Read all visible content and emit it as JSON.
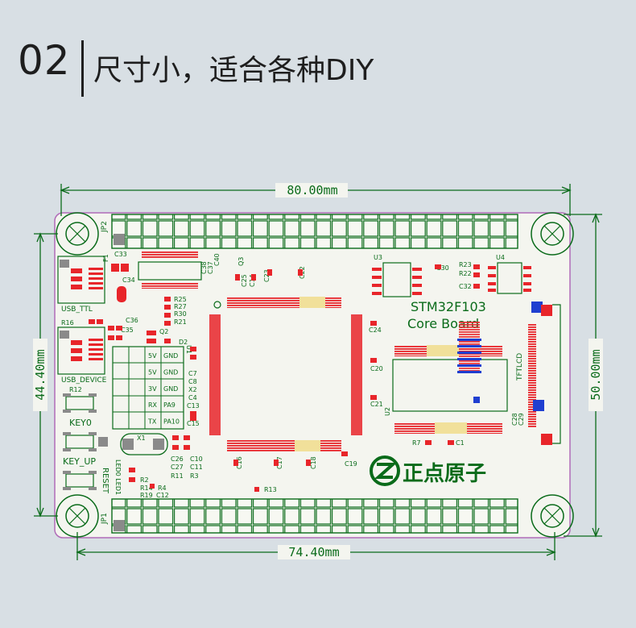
{
  "header": {
    "number": "02",
    "title": "尺寸小，适合各种DIY"
  },
  "dimensions": {
    "top": "80.00mm",
    "bottom": "74.40mm",
    "left": "44.40mm",
    "right": "50.00mm"
  },
  "board": {
    "mcu_label": "STM32F103",
    "board_label": "Core Board",
    "brand": "正点原子",
    "connectors": {
      "top": "JP2",
      "bottom": "JP1"
    },
    "tft_label": "TFTLCD",
    "labels": {
      "usb_ttl": "USB_TTL",
      "usb_device": "USB_DEVICE",
      "key0": "KEY0",
      "key_up": "KEY_UP",
      "reset": "RESET",
      "led": "LED0 LED1",
      "x1": "X1",
      "u1": "U1",
      "u2": "U2",
      "u3": "U3",
      "u4": "U4",
      "q2": "Q2",
      "d2": "D2",
      "r12": "R12",
      "r16": "R16",
      "f1": "F1",
      "c33": "C33",
      "c34": "C34",
      "c35": "C35",
      "c36": "C36",
      "r25": "R25",
      "r27": "R27",
      "r30": "R30",
      "r21": "R21",
      "r23": "R23",
      "r22": "R22",
      "c30": "C30",
      "c32": "C32",
      "c24": "C24",
      "c20": "C20",
      "c21": "C21",
      "c19": "C19",
      "c18": "C18",
      "c17": "C17",
      "c16": "C16",
      "r13": "R13",
      "r7": "R7",
      "c1": "C1",
      "c26": "C26",
      "c27": "C27",
      "r11": "R11",
      "r3": "R3",
      "c10": "C10",
      "c11": "C11",
      "c28": "C28",
      "c29": "C29",
      "c13": "C13",
      "c15": "C15",
      "c25": "C25",
      "c14": "C14",
      "c23": "C23",
      "c22": "C22",
      "q3": "Q3",
      "c38": "C38",
      "c37": "C37",
      "c40": "C40",
      "r14": "R14",
      "r19": "R19",
      "c12": "C12",
      "r4": "R4",
      "r2": "R2",
      "x2": "X2",
      "c4": "C4",
      "c7": "C7",
      "c8": "C8"
    },
    "header_block": {
      "rows": [
        {
          "left": "5V",
          "right": "GND"
        },
        {
          "left": "5V",
          "right": "GND"
        },
        {
          "left": "3V",
          "right": "GND"
        },
        {
          "left": "RX",
          "right": "PA9"
        },
        {
          "left": "TX",
          "right": "PA10"
        }
      ]
    }
  },
  "colors": {
    "background": "#d8dfe4",
    "pcb": "#f4f5ef",
    "silk": "#0a6b1a",
    "pad": "#e8252a",
    "yellow_pad": "#f1e09a",
    "via": "#1f3fd0",
    "outline": "#b06bb8"
  }
}
